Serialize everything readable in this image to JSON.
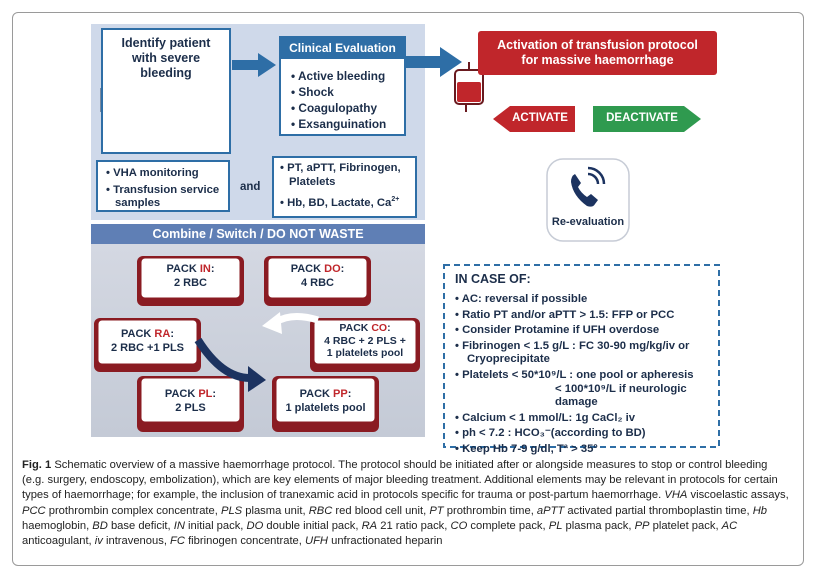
{
  "figure": {
    "identify": {
      "line1": "Identify patient",
      "line2": "with severe",
      "line3": "bleeding"
    },
    "clinical": {
      "title": "Clinical Evaluation",
      "items": [
        "Active bleeding",
        "Shock",
        "Coagulopathy",
        "Exsanguination"
      ]
    },
    "activation": {
      "line1": "Activation of transfusion protocol",
      "line2": "for massive haemorrhage"
    },
    "activate_label": "ACTIVATE",
    "deactivate_label": "DEACTIVATE",
    "reevaluation_label": "Re-evaluation",
    "monitor_box": {
      "items": [
        "VHA monitoring",
        "Transfusion service samples"
      ]
    },
    "and_label": "and",
    "labs_box": {
      "line1": "PT, aPTT, Fibrinogen,",
      "line2": "Platelets",
      "line3_prefix": "Hb, BD, Lactate, Ca",
      "line3_sup": "2+"
    },
    "banner": "Combine / Switch / DO NOT WASTE",
    "packs": [
      {
        "prefix": "PACK ",
        "code": "IN",
        "colon": ":",
        "content": "2 RBC"
      },
      {
        "prefix": "PACK ",
        "code": "DO",
        "colon": ":",
        "content": "4 RBC"
      },
      {
        "prefix": "PACK ",
        "code": "RA",
        "colon": ":",
        "content": "2 RBC +1 PLS"
      },
      {
        "prefix": "PACK ",
        "code": "CO",
        "colon": ":",
        "content": "4 RBC + 2 PLS +",
        "content2": "1 platelets pool"
      },
      {
        "prefix": "PACK ",
        "code": "PL",
        "colon": ":",
        "content": "2 PLS"
      },
      {
        "prefix": "PACK ",
        "code": "PP",
        "colon": ":",
        "content": "1 platelets pool"
      }
    ],
    "in_case": {
      "title": "IN CASE OF:",
      "items": [
        "AC: reversal if possible",
        "Ratio PT and/or aPTT > 1.5: FFP or PCC",
        "Consider Protamine if UFH overdose",
        "Fibrinogen < 1.5 g/L : FC 30-90 mg/kg/iv or",
        "Cryoprecipitate",
        "Platelets < 50*10⁹/L : one pool or apheresis",
        "< 100*10⁹/L if neurologic damage",
        "Calcium < 1 mmol/L: 1g CaCl₂ iv",
        "ph < 7.2 : HCO₃⁻(according to BD)",
        "Keep Hb 7-9 g/dl, Tª > 35º"
      ]
    },
    "colors": {
      "navy": "#2e6ea6",
      "red": "#c0262b",
      "green": "#2f9a4f",
      "banner": "#5f7fb5",
      "dark_red": "#8a1b22"
    }
  },
  "caption": {
    "fig": "Fig. 1",
    "p1": " Schematic overview of a massive haemorrhage protocol. The protocol should be initiated after or alongside measures to stop or control bleeding (e.g. surgery, endoscopy, embolization), which are key elements of major bleeding treatment. Additional elements may be relevant in protocols for certain types of haemorrhage; for example, the inclusion of tranexamic acid in protocols specific for trauma or post-partum haemorrhage. ",
    "abbrevs": [
      [
        "VHA",
        " viscoelastic assays, "
      ],
      [
        "PCC",
        " prothrombin complex concentrate, "
      ],
      [
        "PLS",
        " plasma unit, "
      ],
      [
        "RBC",
        " red blood cell unit, "
      ],
      [
        "PT",
        " prothrombin time, "
      ],
      [
        "aPTT",
        " activated partial thromboplastin time, "
      ],
      [
        "Hb",
        " haemoglobin, "
      ],
      [
        "BD",
        " base deficit, "
      ],
      [
        "IN",
        " initial pack, "
      ],
      [
        "DO",
        " double initial pack, "
      ],
      [
        "RA",
        " 21 ratio pack, "
      ],
      [
        "CO",
        " complete pack, "
      ],
      [
        "PL",
        " plasma pack, "
      ],
      [
        "PP",
        " platelet pack, "
      ],
      [
        "AC",
        " anticoagulant, "
      ],
      [
        "iv",
        " intravenous, "
      ],
      [
        "FC",
        " fibrinogen concentrate, "
      ],
      [
        "UFH",
        " unfractionated heparin"
      ]
    ]
  }
}
